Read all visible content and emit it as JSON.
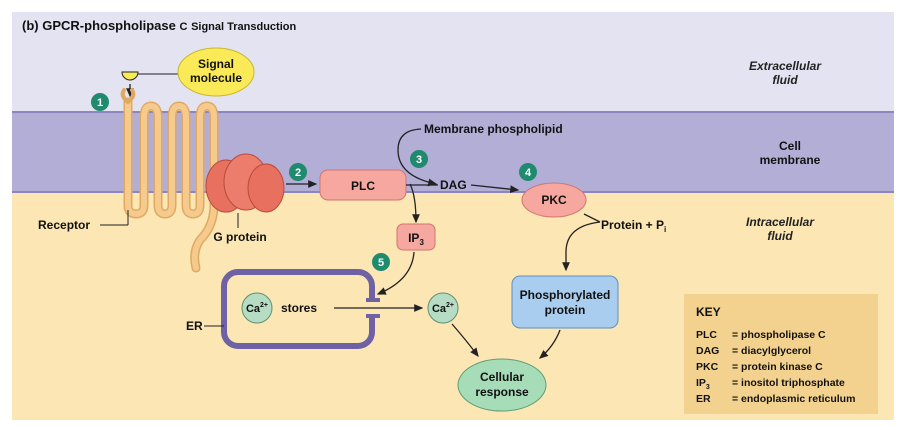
{
  "title_prefix": "(b)",
  "title_main": "GPCR-phospholipase",
  "title_c": "C",
  "title_rest": "Signal Transduction",
  "regions": {
    "extracellular_line1": "Extracellular",
    "extracellular_line2": "fluid",
    "membrane_line1": "Cell",
    "membrane_line2": "membrane",
    "intracellular_line1": "Intracellular",
    "intracellular_line2": "fluid"
  },
  "signal_line1": "Signal",
  "signal_line2": "molecule",
  "receptor_label": "Receptor",
  "g_protein_label": "G protein",
  "membrane_phospholipid_label": "Membrane phospholipid",
  "plc_label": "PLC",
  "dag_label": "DAG",
  "pkc_label": "PKC",
  "ip3_main": "IP",
  "ip3_sub": "3",
  "protein_pi_main": "Protein + P",
  "protein_pi_sub": "i",
  "phosphorylated_line1": "Phosphorylated",
  "phosphorylated_line2": "protein",
  "er_label": "ER",
  "ca_main": "Ca",
  "ca_sup": "2+",
  "stores_label": "stores",
  "cellular_line1": "Cellular",
  "cellular_line2": "response",
  "steps": [
    "1",
    "2",
    "3",
    "4",
    "5"
  ],
  "key": {
    "title": "KEY",
    "items": [
      {
        "abbr": "PLC",
        "def": "= phospholipase C"
      },
      {
        "abbr": "DAG",
        "def": "= diacylglycerol"
      },
      {
        "abbr": "PKC",
        "def": "= protein kinase C"
      },
      {
        "abbr": "IP3",
        "def": "= inositol triphosphate"
      },
      {
        "abbr": "ER",
        "def": "= endoplasmic reticulum"
      }
    ]
  },
  "colors": {
    "extracellular": "#e4e3f1",
    "membrane": "#b2aed6",
    "intracellular": "#fbe6b4",
    "receptor": "#f6c98c",
    "g_protein": "#e8705f",
    "plc_fill": "#f6a8a0",
    "step_badge": "#1f8a6e",
    "ca_fill": "#b7dcc4",
    "phospho_fill": "#a9cdee",
    "cellular_fill": "#a7dcb8",
    "er_stroke": "#6f62a4",
    "signal_fill": "#fbea57",
    "key_fill": "#f3d28f"
  }
}
